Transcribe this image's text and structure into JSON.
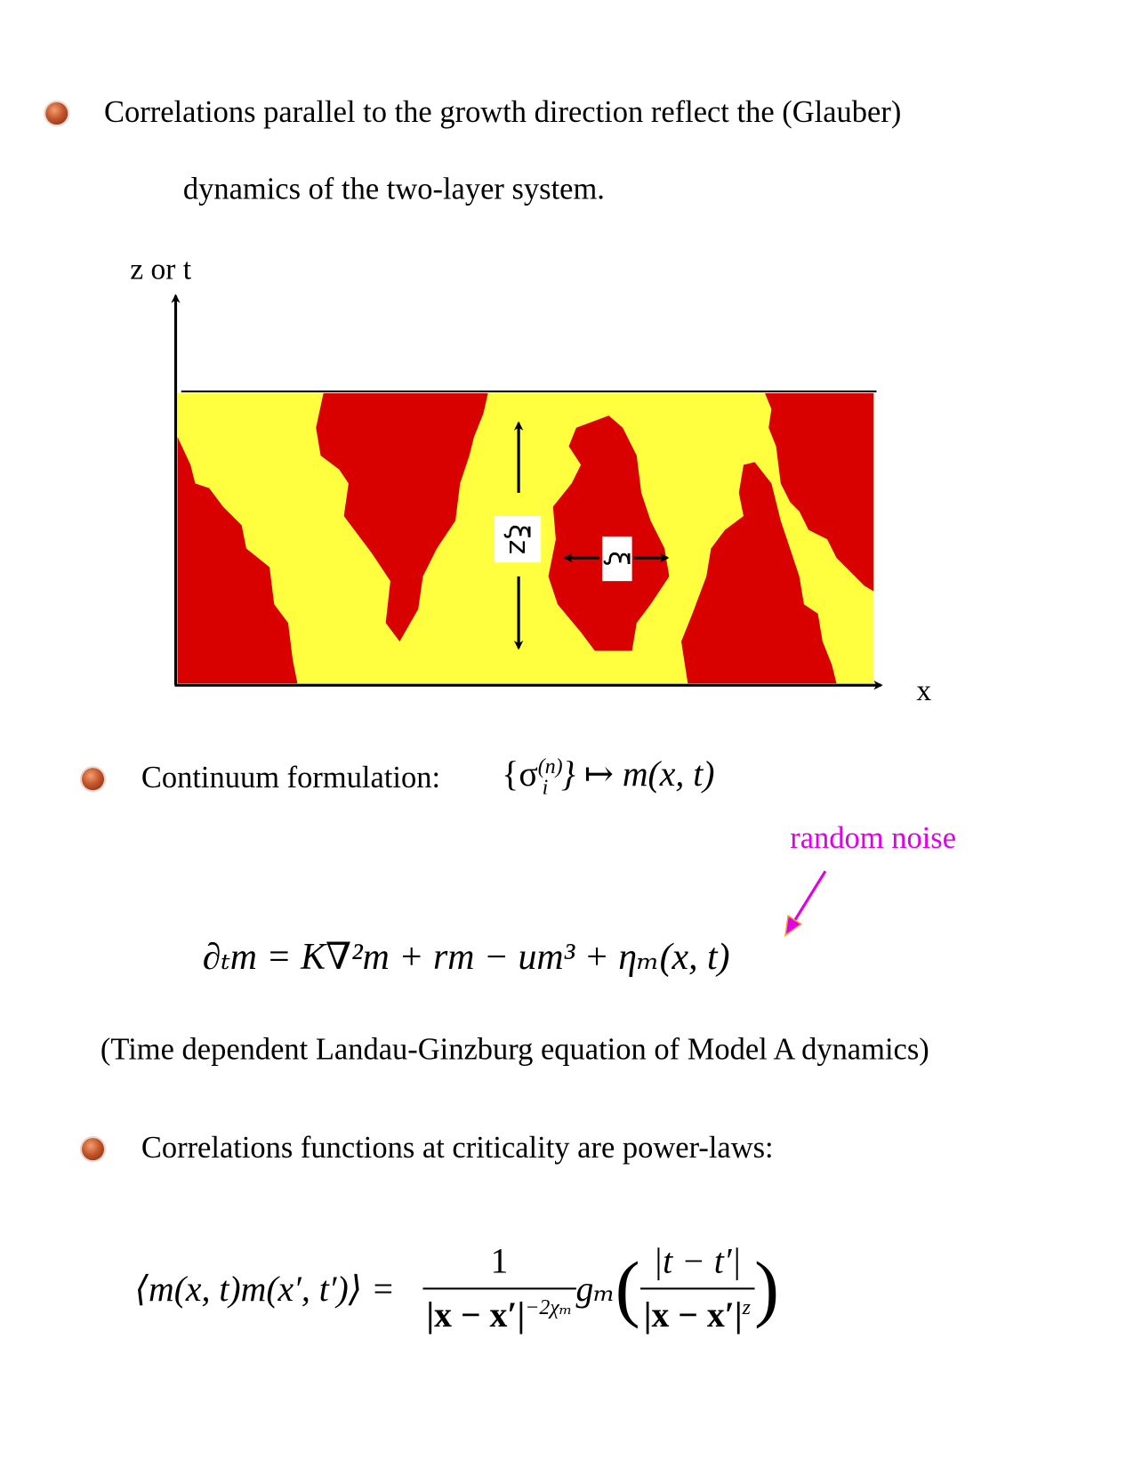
{
  "bullets": [
    {
      "line1": "Correlations parallel to the growth direction reflect the (Glauber)",
      "line2": "dynamics of the two-layer system."
    },
    {
      "label": "Continuum formulation:"
    },
    {
      "label": "Correlations functions at criticality are power-laws:"
    }
  ],
  "diagram": {
    "y_axis_label": "z  or  t",
    "x_axis_label": "x",
    "xi_z_label": "ξz",
    "xi_label": "ξ",
    "colors": {
      "red": "#d90000",
      "yellow": "#ffff40"
    }
  },
  "continuum": {
    "lhs": "{σ",
    "sup": "(n)",
    "sub": "i",
    "rhs": "} ↦ m(x, t)"
  },
  "annotation": {
    "text": "random noise",
    "color": "#e000e8"
  },
  "equation": {
    "text": "∂ₜm = K∇²m + rm − um³ + ηₘ(x, t)"
  },
  "caption": "(Time dependent Landau-Ginzburg equation of Model A dynamics)",
  "correlation": {
    "lhs": "⟨m(x, t)m(x′, t′)⟩ =",
    "numerator": "1",
    "denominator": "|x − x′|",
    "den_exponent": "−2χₘ",
    "func": "gₘ",
    "inner_num": "|t − t′|",
    "inner_den": "|x − x′|",
    "inner_exp": "z"
  }
}
